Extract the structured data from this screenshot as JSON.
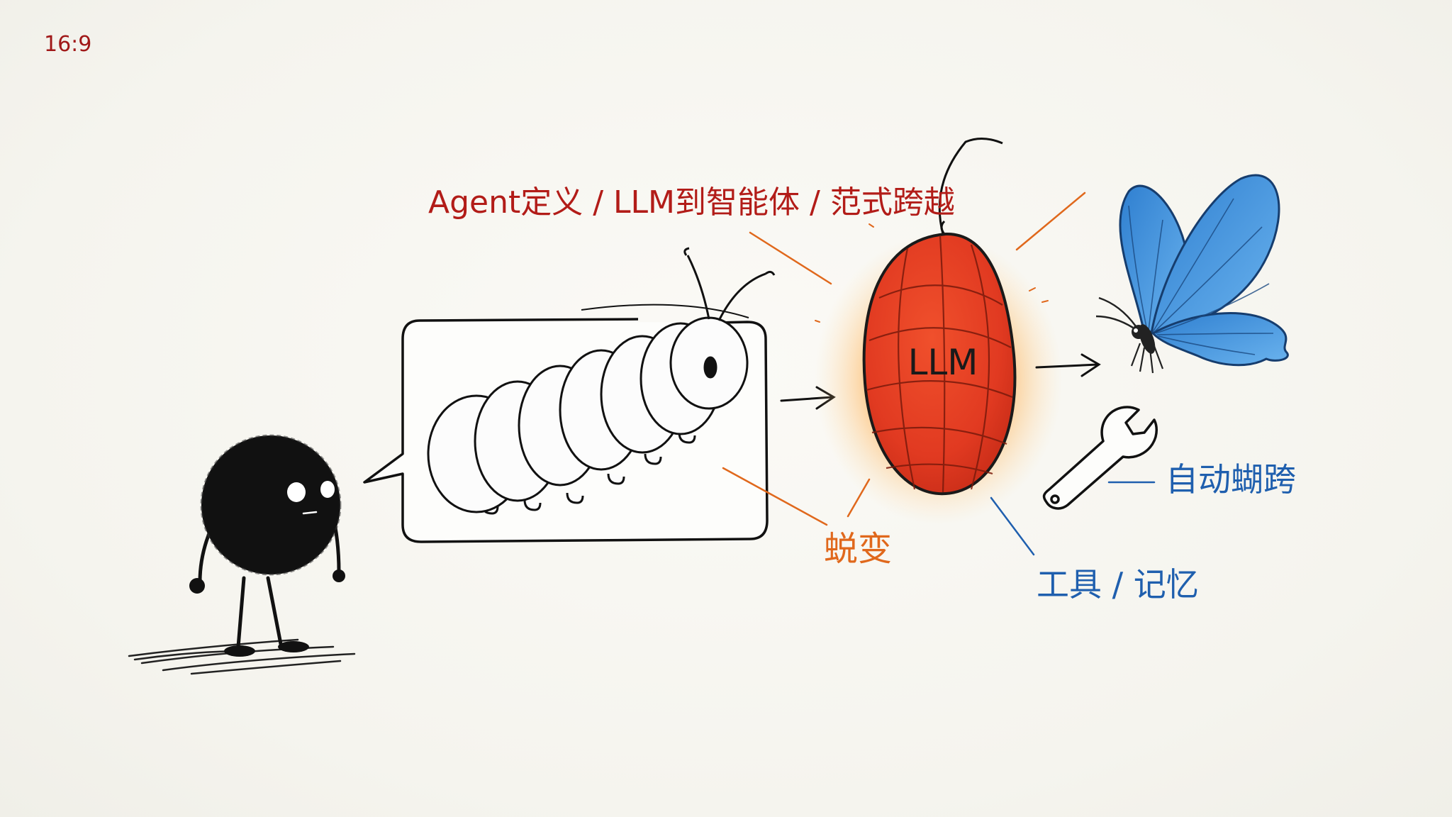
{
  "corner_label": "16:9",
  "labels": {
    "top_title": "Agent定义 / LLM到智能体 / 范式跨越",
    "cocoon_text": "LLM",
    "metamorphosis": "蜕变",
    "auto_leap": "自动蝴跨",
    "tools_memory": "工具 / 记忆"
  },
  "colors": {
    "red_text": "#b21c18",
    "orange_text": "#e0681c",
    "blue_text": "#1f5fae",
    "cocoon": "#e23a22",
    "butterfly": "#3e8fd8",
    "ink": "#111111"
  }
}
